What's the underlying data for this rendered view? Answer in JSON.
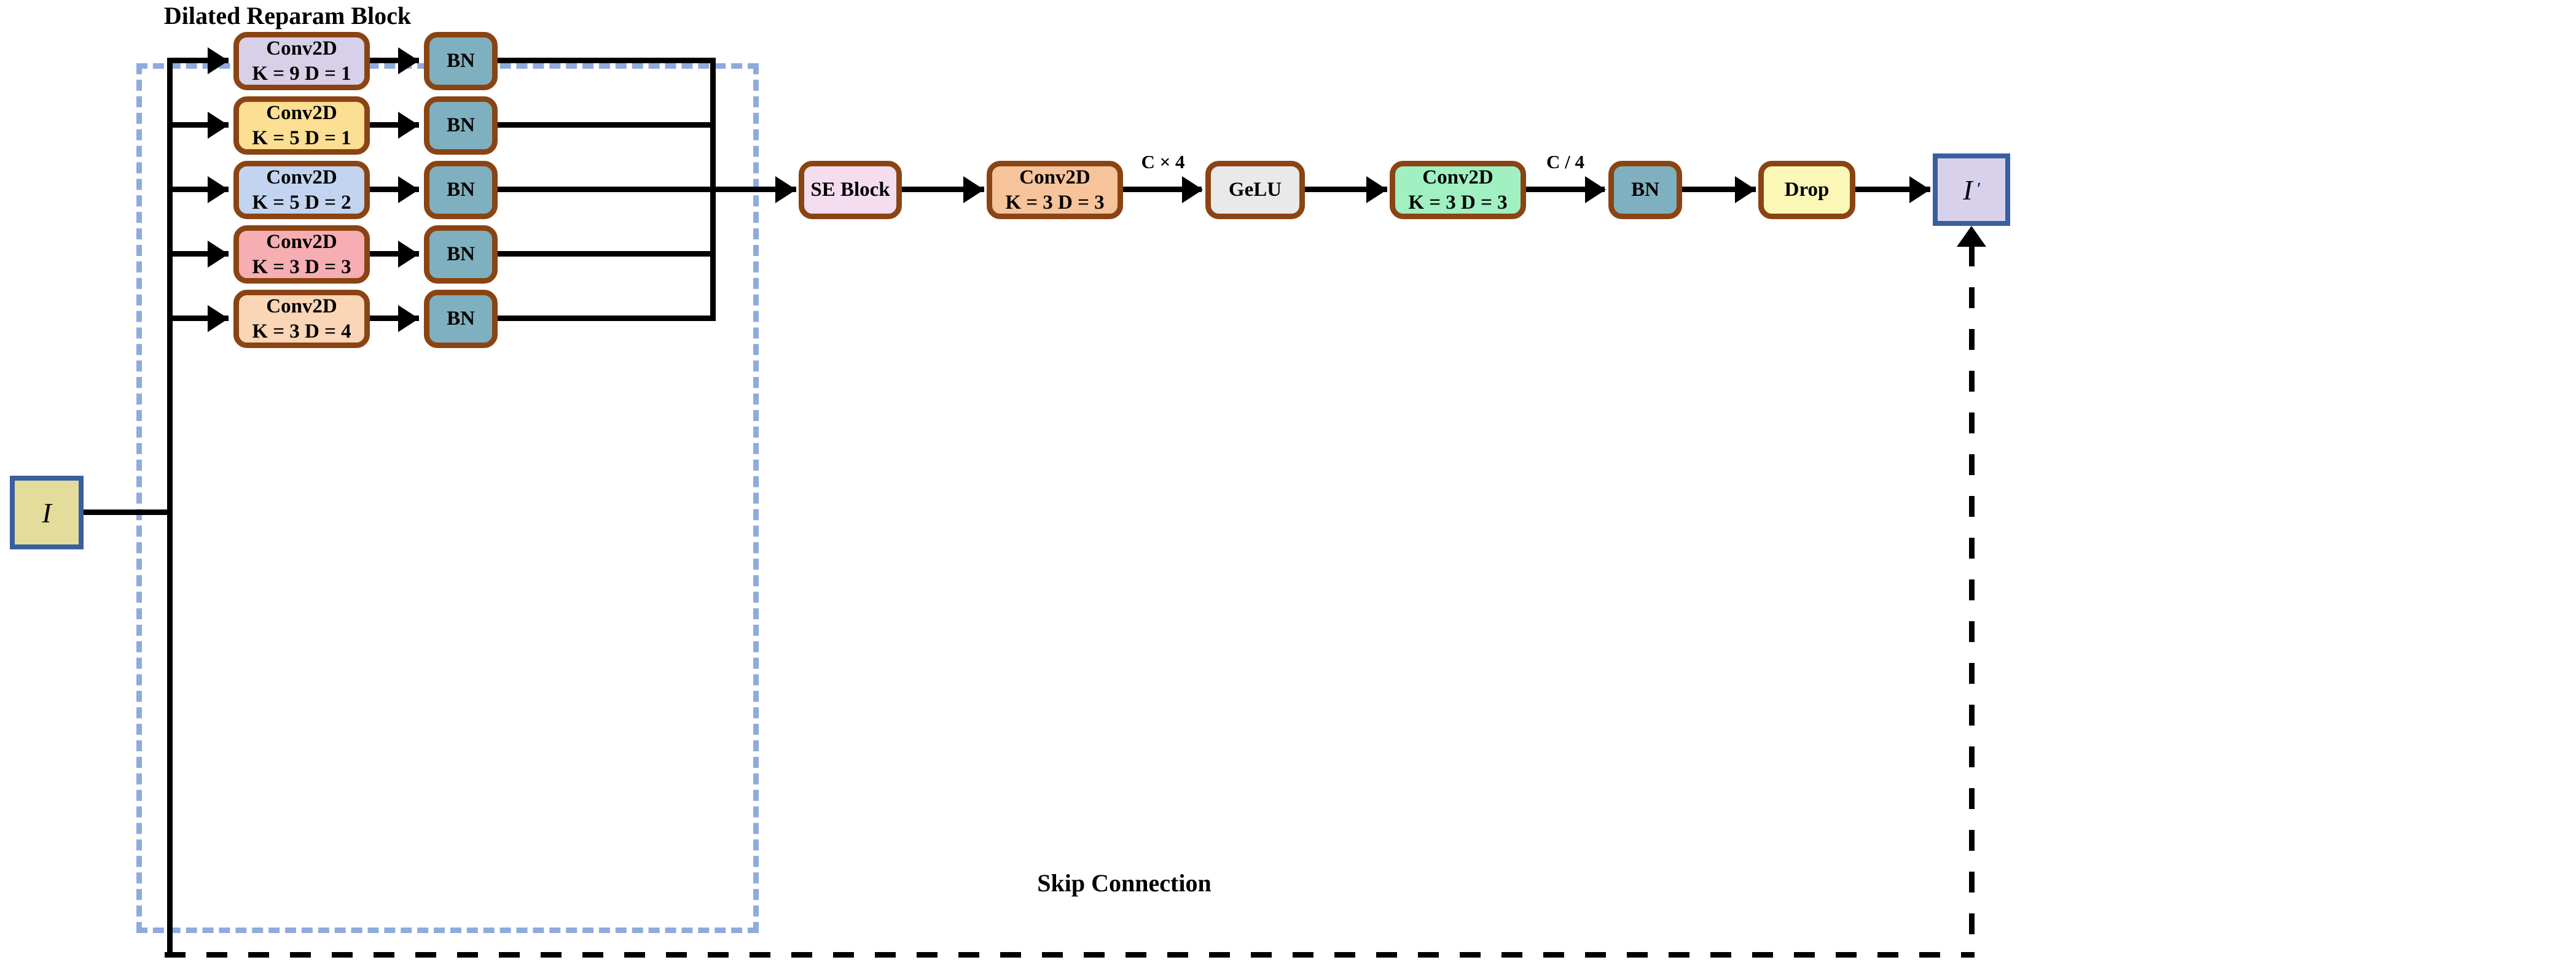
{
  "diagram": {
    "title": "Dilated Reparam Block",
    "skip_label": "Skip Connection",
    "input": {
      "label": "I",
      "fill": "#e3dc9b",
      "stroke": "#3a5f9e"
    },
    "output": {
      "label": "I",
      "prime": "′",
      "fill": "#d8d1ec",
      "stroke": "#3a5f9e"
    },
    "branches": [
      {
        "conv_line1": "Conv2D",
        "conv_line2": "K = 9 D = 1",
        "conv_fill": "#d8cfe9",
        "bn_label": "BN",
        "bn_fill": "#7fb0bf"
      },
      {
        "conv_line1": "Conv2D",
        "conv_line2": "K = 5 D = 1",
        "conv_fill": "#fcdf93",
        "bn_label": "BN",
        "bn_fill": "#7fb0bf"
      },
      {
        "conv_line1": "Conv2D",
        "conv_line2": "K = 5 D = 2",
        "conv_fill": "#c2d4ef",
        "bn_label": "BN",
        "bn_fill": "#7fb0bf"
      },
      {
        "conv_line1": "Conv2D",
        "conv_line2": "K = 3 D = 3",
        "conv_fill": "#f6aeb2",
        "bn_label": "BN",
        "bn_fill": "#7fb0bf"
      },
      {
        "conv_line1": "Conv2D",
        "conv_line2": "K = 3 D = 4",
        "conv_fill": "#fad5b6",
        "bn_label": "BN",
        "bn_fill": "#7fb0bf"
      }
    ],
    "pipeline": [
      {
        "name": "se-block",
        "line1": "SE Block",
        "line2": "",
        "fill": "#f3ddef"
      },
      {
        "name": "conv-expand",
        "line1": "Conv2D",
        "line2": "K = 3 D = 3",
        "fill": "#f6c39a"
      },
      {
        "name": "gelu",
        "line1": "GeLU",
        "line2": "",
        "fill": "#e9e9e9"
      },
      {
        "name": "conv-reduce",
        "line1": "Conv2D",
        "line2": "K = 3 D = 3",
        "fill": "#a0f0c2"
      },
      {
        "name": "bn-final",
        "line1": "BN",
        "line2": "",
        "fill": "#7fb0bf"
      },
      {
        "name": "dropout",
        "line1": "Drop",
        "line2": "",
        "fill": "#fbf7b6"
      }
    ],
    "edge_labels": {
      "expand": "C × 4",
      "reduce": "C / 4"
    },
    "colors": {
      "node_stroke": "#8a4413",
      "group_dash": "#8fabdd",
      "arrow": "#000000"
    }
  }
}
